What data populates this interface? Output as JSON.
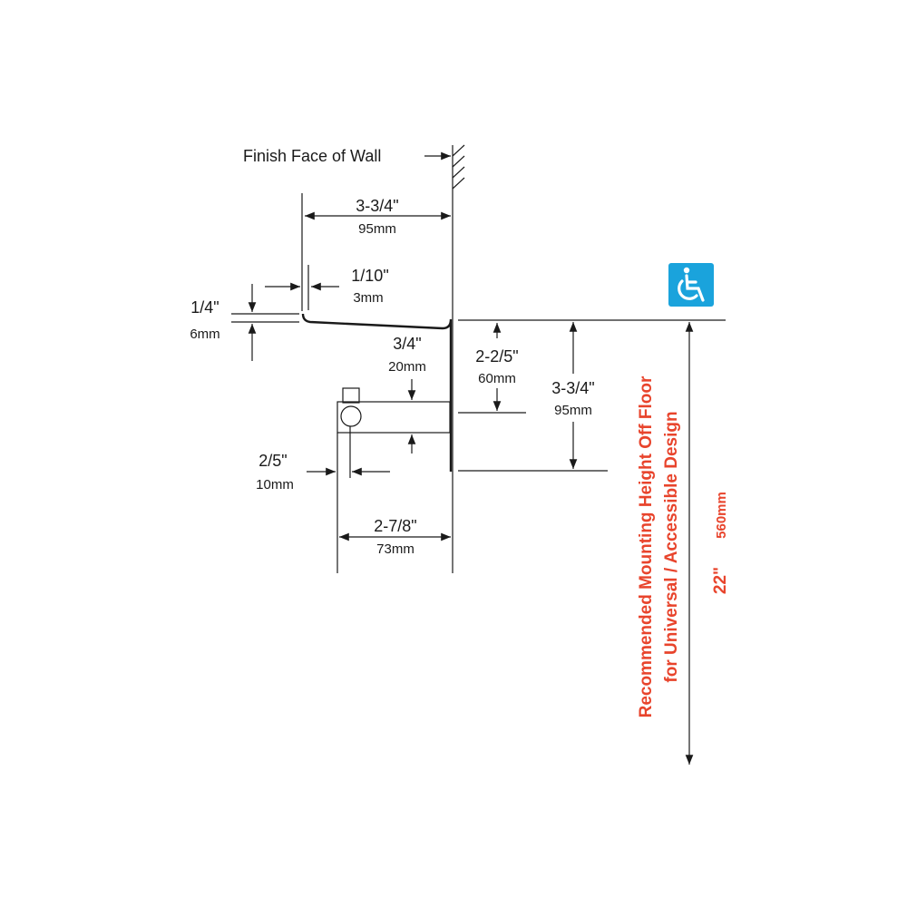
{
  "wall": {
    "label": "Finish Face of Wall"
  },
  "dimensions": {
    "depth": {
      "imperial": "3-3/4\"",
      "metric": "95mm"
    },
    "lip": {
      "imperial": "1/10\"",
      "metric": "3mm"
    },
    "lip_height": {
      "imperial": "1/4\"",
      "metric": "6mm"
    },
    "bar_height": {
      "imperial": "3/4\"",
      "metric": "20mm"
    },
    "bar_offset": {
      "imperial": "2-2/5\"",
      "metric": "60mm"
    },
    "total_height": {
      "imperial": "3-3/4\"",
      "metric": "95mm"
    },
    "knob_offset": {
      "imperial": "2/5\"",
      "metric": "10mm"
    },
    "bar_length": {
      "imperial": "2-7/8\"",
      "metric": "73mm"
    }
  },
  "mounting": {
    "line1": "Recommended Mounting Height Off Floor",
    "line2": "for Universal / Accessible Design",
    "imperial": "22\"",
    "metric": "560mm"
  },
  "colors": {
    "accent": "#e8442c",
    "badge": "#1aa3dc",
    "ink": "#1a1a1a"
  },
  "icons": {
    "badge": "wheelchair-accessibility-icon"
  }
}
